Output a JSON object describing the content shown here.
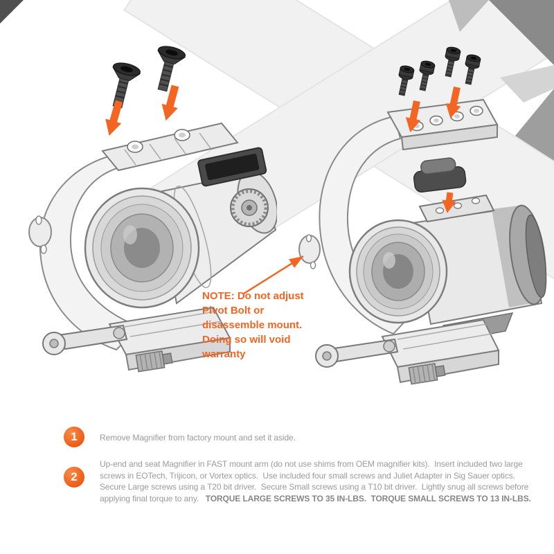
{
  "colors": {
    "accent_orange": "#F26522",
    "step_text_gray": "#9A9A9A",
    "drawing_line_gray": "#7D7D7D",
    "watermark_gray": "#F1F1F1"
  },
  "note": {
    "lines": [
      "NOTE: Do not adjust",
      "Pivot Bolt or",
      "disassemble mount.",
      "Doing so will void",
      "warranty"
    ]
  },
  "steps": [
    {
      "number": "1",
      "text": "Remove Magnifier from factory mount and set it aside."
    },
    {
      "number": "2",
      "text": "Up-end and seat Magnifier in FAST mount arm (do not use shims from OEM magnifier kits).  Insert included two large screws in EOTech, Trijicon, or Vortex optics.  Use included four small screws and Juliet Adapter in Sig Sauer optics.  Secure Large screws using a T20 bit driver.  Secure Small screws using a T10 bit driver.  Lightly snug all screws before applying final torque to any.   ",
      "torque_text": "TORQUE LARGE SCREWS TO 35 IN-LBS.  TORQUE SMALL SCREWS TO 13 IN-LBS."
    }
  ],
  "diagrams": {
    "left": {
      "large_screw_count": 2
    },
    "right": {
      "small_screw_count": 4
    }
  }
}
